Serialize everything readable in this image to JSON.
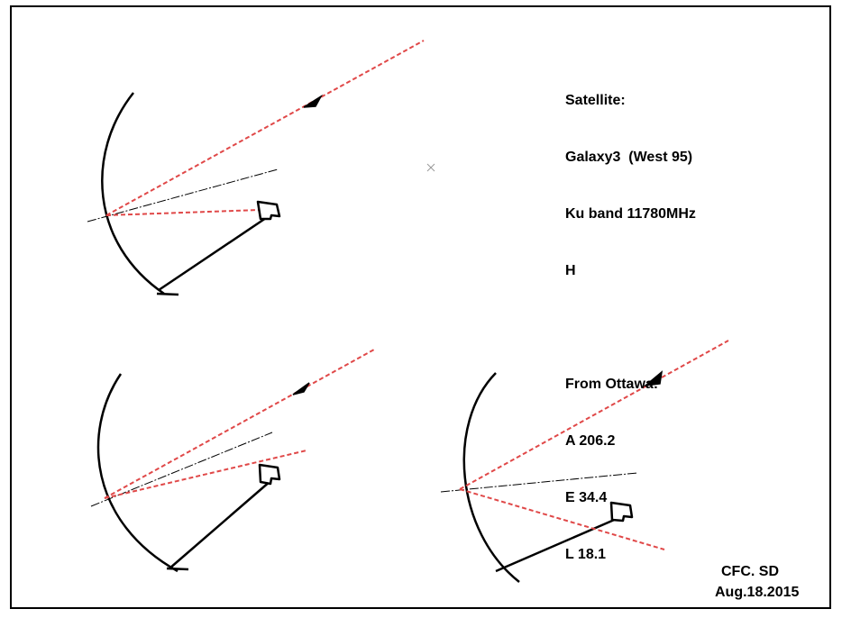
{
  "info": {
    "satellite_label": "Satellite:",
    "satellite_name": "Galaxy3  (West 95)",
    "band": "Ku band 11780MHz",
    "polarization": "H",
    "location_label": "From Ottawa:",
    "azimuth": "A 206.2",
    "elevation": "E 34.4",
    "lnb_skew": "L 18.1"
  },
  "credit": {
    "author": "CFC. SD",
    "date": "Aug.18.2015"
  },
  "colors": {
    "ray": "#e04848",
    "ink": "#000000"
  }
}
